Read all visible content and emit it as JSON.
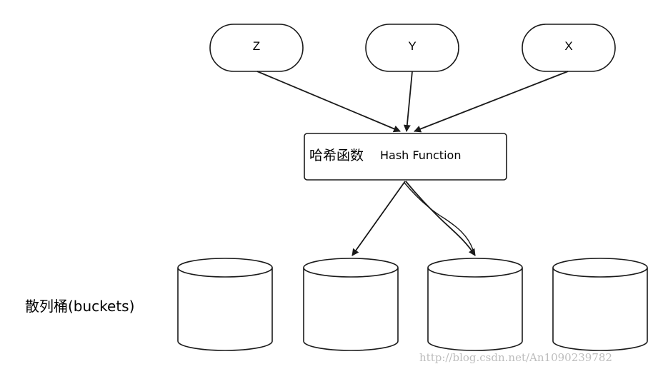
{
  "nodes": {
    "keys": [
      {
        "id": "z",
        "label": "Z"
      },
      {
        "id": "y",
        "label": "Y"
      },
      {
        "id": "x",
        "label": "X"
      }
    ],
    "hash_function": {
      "label_cn": "哈希函数",
      "label_en": "Hash Function"
    },
    "buckets_label": "散列桶(buckets)",
    "bucket_count": 4
  },
  "watermark": "http://blog.csdn.net/An1090239782",
  "colors": {
    "stroke": "#1a1a1a",
    "fill": "#ffffff",
    "watermark": "#bdbdbd"
  }
}
